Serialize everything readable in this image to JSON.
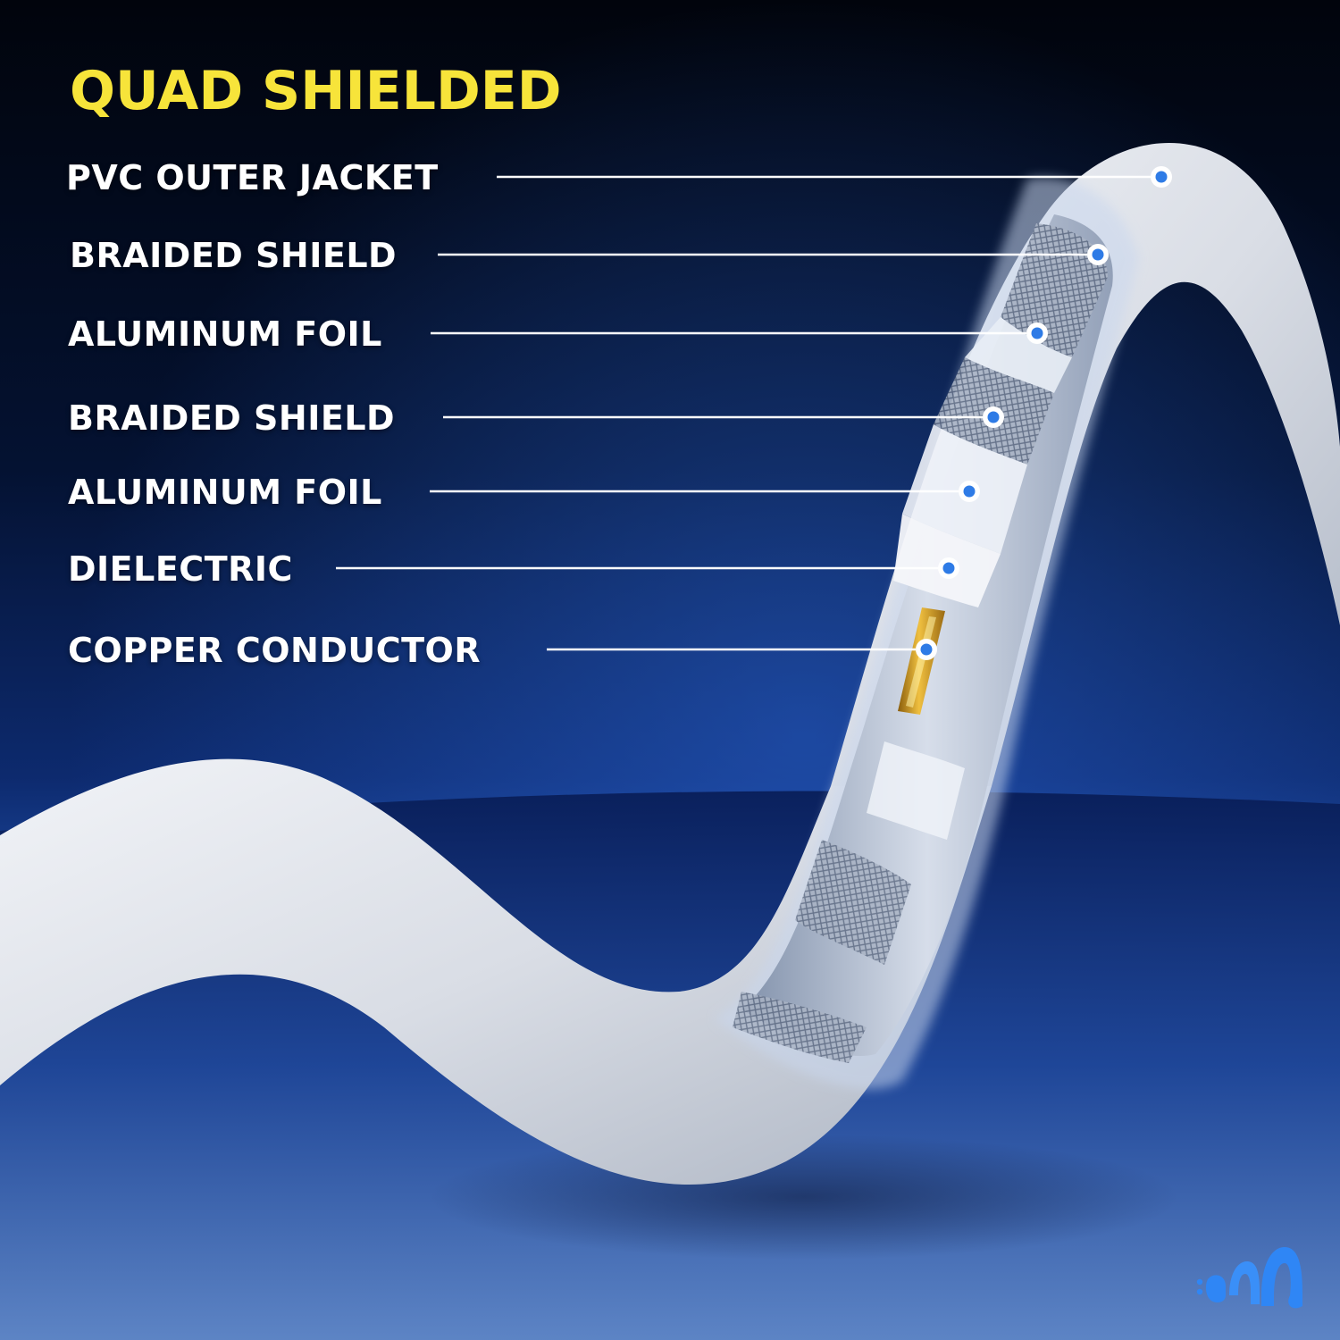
{
  "header": {
    "title": "QUAD SHIELDED"
  },
  "layers": [
    {
      "id": "pvc-outer-jacket",
      "label": "PVC OUTER JACKET"
    },
    {
      "id": "braided-shield-1",
      "label": "BRAIDED SHIELD"
    },
    {
      "id": "aluminum-foil-1",
      "label": "ALUMINUM FOIL"
    },
    {
      "id": "braided-shield-2",
      "label": "BRAIDED SHIELD"
    },
    {
      "id": "aluminum-foil-2",
      "label": "ALUMINUM FOIL"
    },
    {
      "id": "dielectric",
      "label": "DIELECTRIC"
    },
    {
      "id": "copper-conductor",
      "label": "COPPER CONDUCTOR"
    }
  ],
  "brand": {
    "logo_icon": "brand-logo-icon"
  },
  "colors": {
    "title": "#F7E43A",
    "label": "#FFFFFF",
    "marker_fill": "#2E7BE6",
    "cable": "#E3E6EC",
    "background_top": "#020611",
    "background_bottom": "#3E64B0",
    "copper": "#D9A426",
    "logo": "#2F86F5"
  }
}
